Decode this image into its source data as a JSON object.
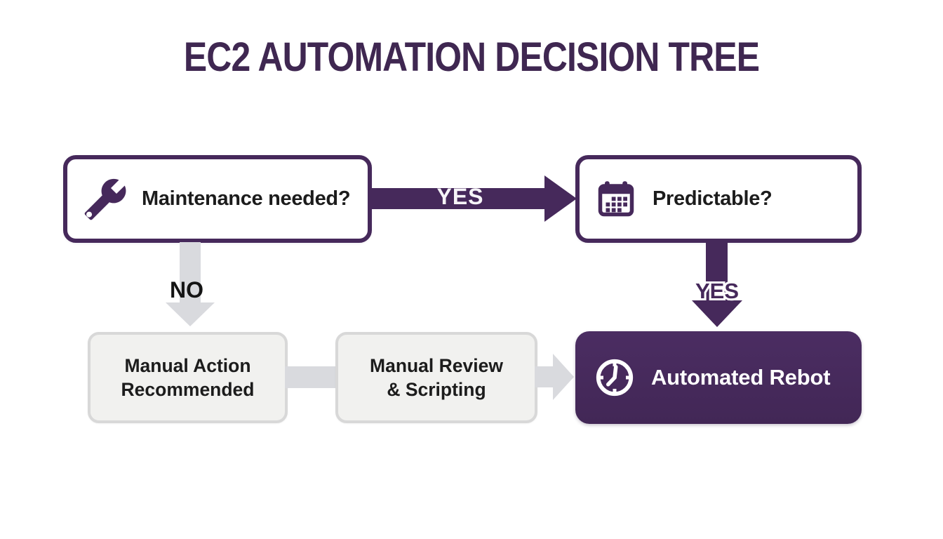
{
  "title": "EC2 AUTOMATION DECISION TREE",
  "nodes": {
    "maintenance": {
      "label": "Maintenance needed?",
      "icon": "wrench-icon"
    },
    "predictable": {
      "label": "Predictable?",
      "icon": "calendar-icon"
    },
    "manual_action": {
      "lines": [
        "Manual Action",
        "Recommended"
      ]
    },
    "manual_review": {
      "lines": [
        "Manual Review",
        "& Scripting"
      ]
    },
    "automated_reboot": {
      "label": "Automated Rebot",
      "icon": "clock-icon"
    }
  },
  "edges": {
    "maintenance_to_predictable": {
      "label": "YES"
    },
    "maintenance_to_manual_action": {
      "label": "NO"
    },
    "predictable_to_automated": {
      "label": "YES"
    }
  },
  "colors": {
    "purple": "#46295b",
    "title_purple": "#3f2751",
    "gray_arrow": "#d9dade",
    "gray_box_fill": "#f1f1ef",
    "gray_box_border": "#d8d8d8",
    "text_dark": "#1c1c1c",
    "white": "#ffffff"
  }
}
